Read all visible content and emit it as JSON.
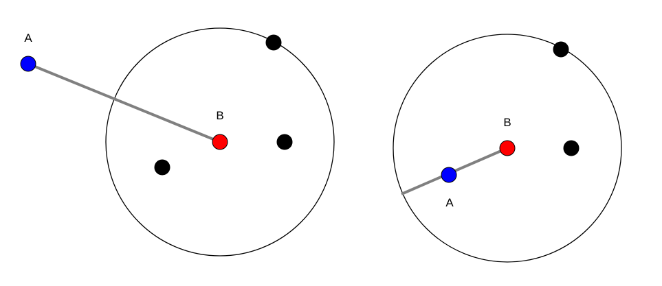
{
  "colors": {
    "background": "#ffffff",
    "outline": "#000000",
    "segment": "#808080",
    "point_a": "#0000ff",
    "point_b": "#ff0000",
    "black_point": "#000000"
  },
  "panels": [
    {
      "label_a": "A",
      "label_b": "B"
    },
    {
      "label_a": "A",
      "label_b": "B"
    }
  ]
}
